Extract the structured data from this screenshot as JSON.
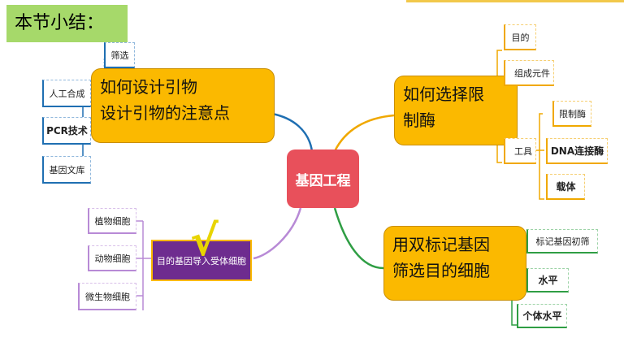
{
  "title": "本节小结：",
  "center": "基因工程",
  "branches": {
    "top_left": {
      "text": "如何设计引物\n设计引物的注意点",
      "leaves": [
        "筛选",
        "人工合成",
        "PCR技术",
        "基因文库"
      ]
    },
    "top_right": {
      "text": "如何选择限\n制酶",
      "leaves": [
        "目的",
        "组成元件",
        "限制酶",
        "工具",
        "DNA连接酶",
        "载体"
      ]
    },
    "bottom_left": {
      "text": "目的基因导入受体细胞",
      "leaves": [
        "植物细胞",
        "动物细胞",
        "微生物细胞"
      ],
      "check_mark": "√"
    },
    "bottom_right": {
      "text": "用双标记基因\n筛选目的细胞",
      "leaves": [
        "标记基因初筛",
        "水平",
        "个体水平"
      ]
    }
  },
  "colors": {
    "blue": "#1f6fb2",
    "orange": "#f0a800",
    "purple": "#b88ad6",
    "green": "#2f9e44",
    "center": "#e8505b",
    "title_bg": "#a6d96a"
  }
}
